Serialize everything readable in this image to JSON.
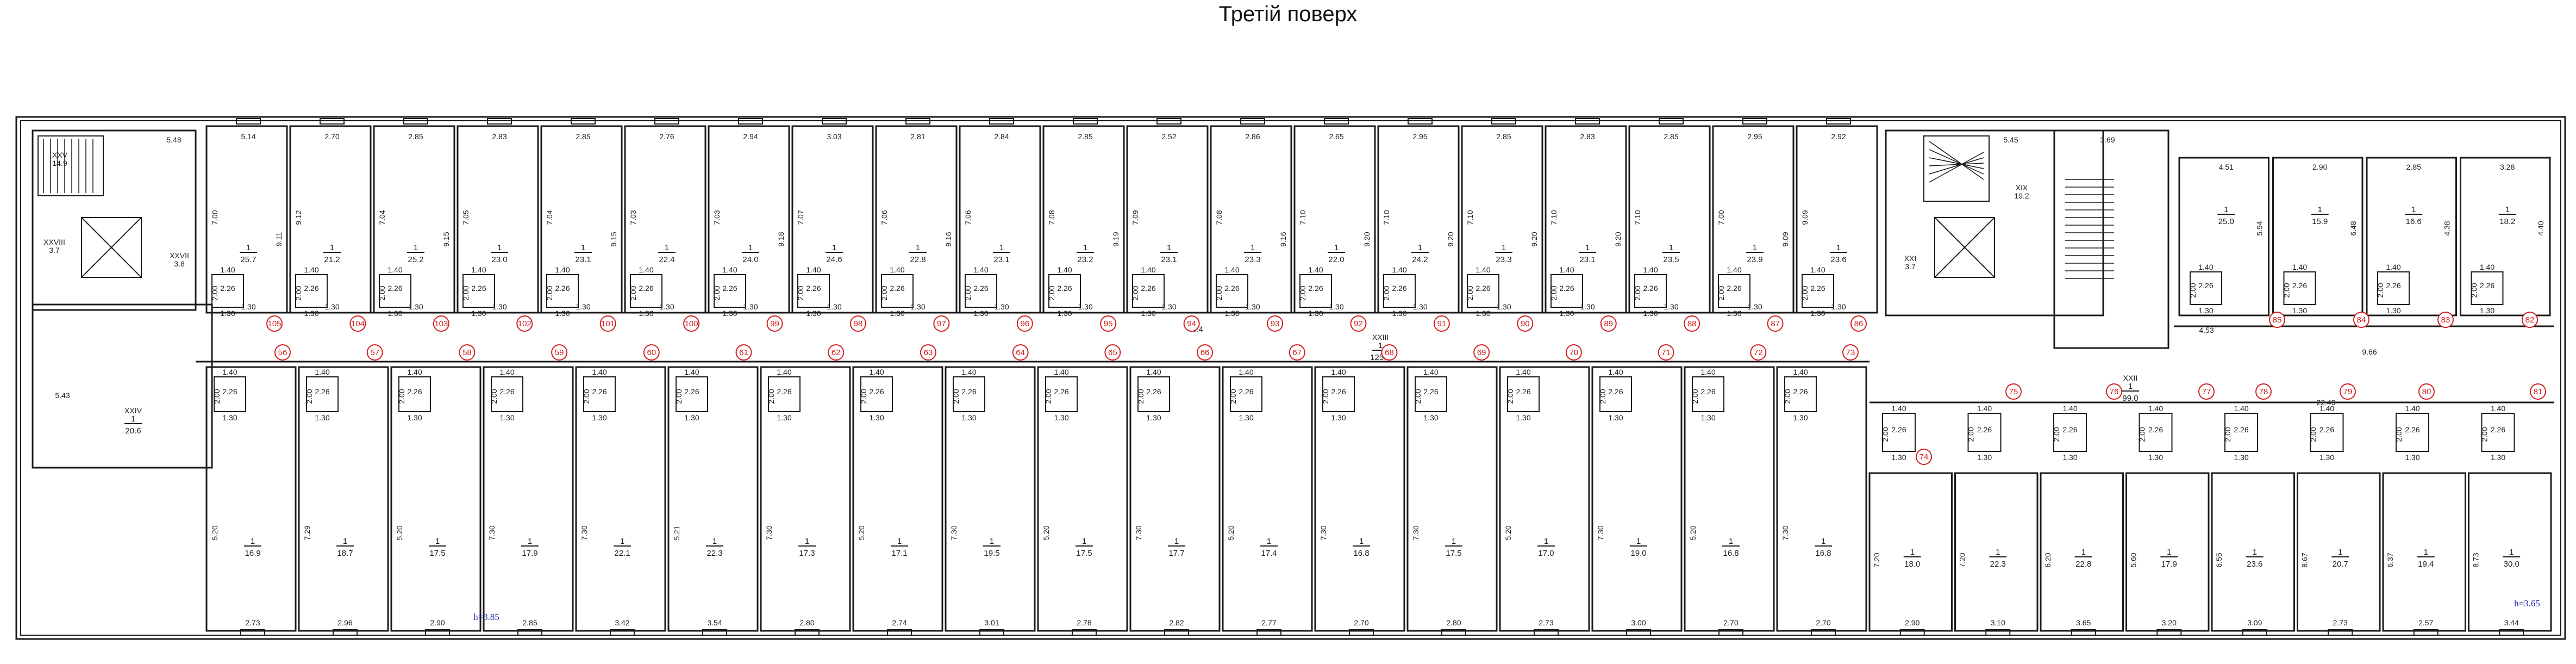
{
  "title": "Третій поверх",
  "corridor": {
    "label": "XXIII",
    "area": "125.3",
    "length": "60.4"
  },
  "heights": [
    "h=3.85",
    "h=3.65"
  ],
  "top_rooms": [
    {
      "w": "5.14",
      "d": "7.00",
      "d2": "9.11",
      "a": "25.7"
    },
    {
      "w": "2.70",
      "d": "9.12",
      "d2": "",
      "a": "21.2"
    },
    {
      "w": "2.85",
      "d": "7.04",
      "d2": "9.15",
      "a": "25.2"
    },
    {
      "w": "2.83",
      "d": "7.05",
      "d2": "",
      "a": "23.0"
    },
    {
      "w": "2.85",
      "d": "7.04",
      "d2": "9.15",
      "a": "23.1"
    },
    {
      "w": "2.76",
      "d": "7.03",
      "d2": "",
      "a": "22.4"
    },
    {
      "w": "2.94",
      "d": "7.03",
      "d2": "9.18",
      "a": "24.0"
    },
    {
      "w": "3.03",
      "d": "7.07",
      "d2": "",
      "a": "24.6"
    },
    {
      "w": "2.81",
      "d": "7.06",
      "d2": "9.16",
      "a": "22.8"
    },
    {
      "w": "2.84",
      "d": "7.06",
      "d2": "",
      "a": "23.1"
    },
    {
      "w": "2.85",
      "d": "7.08",
      "d2": "9.19",
      "a": "23.2"
    },
    {
      "w": "2.52",
      "d": "7.09",
      "d2": "",
      "a": "23.1"
    },
    {
      "w": "2.86",
      "d": "7.08",
      "d2": "9.16",
      "a": "23.3"
    },
    {
      "w": "2.65",
      "d": "7.10",
      "d2": "9.20",
      "a": "22.0"
    },
    {
      "w": "2.95",
      "d": "7.10",
      "d2": "9.20",
      "a": "24.2"
    },
    {
      "w": "2.85",
      "d": "7.10",
      "d2": "9.20",
      "a": "23.3"
    },
    {
      "w": "2.83",
      "d": "7.10",
      "d2": "9.20",
      "a": "23.1"
    },
    {
      "w": "2.85",
      "d": "7.10",
      "d2": "",
      "a": "23.5"
    },
    {
      "w": "2.95",
      "d": "7.00",
      "d2": "9.09",
      "a": "23.9"
    },
    {
      "w": "2.92",
      "d": "9.09",
      "d2": "",
      "a": "23.6"
    }
  ],
  "bottom_rooms": [
    {
      "w": "2.73",
      "d": "5.20",
      "a": "16.9"
    },
    {
      "w": "2.96",
      "d": "7.29",
      "a": "18.7"
    },
    {
      "w": "2.90",
      "d": "5.20",
      "a": "17.5"
    },
    {
      "w": "2.85",
      "d": "7.30",
      "a": "17.9"
    },
    {
      "w": "3.42",
      "d": "7.30",
      "a": "22.1"
    },
    {
      "w": "3.54",
      "d": "5.21",
      "a": "22.3"
    },
    {
      "w": "2.80",
      "d": "7.30",
      "a": "17.3"
    },
    {
      "w": "2.74",
      "d": "5.20",
      "a": "17.1"
    },
    {
      "w": "3.01",
      "d": "7.30",
      "a": "19.5"
    },
    {
      "w": "2.78",
      "d": "5.20",
      "a": "17.5"
    },
    {
      "w": "2.82",
      "d": "7.30",
      "a": "17.7"
    },
    {
      "w": "2.77",
      "d": "5.20",
      "a": "17.4"
    },
    {
      "w": "2.70",
      "d": "7.30",
      "a": "16.8"
    },
    {
      "w": "2.80",
      "d": "7.30",
      "a": "17.5"
    },
    {
      "w": "2.73",
      "d": "5.20",
      "a": "17.0"
    },
    {
      "w": "3.00",
      "d": "7.30",
      "a": "19.0"
    },
    {
      "w": "2.70",
      "d": "5.20",
      "a": "16.8"
    },
    {
      "w": "2.70",
      "d": "7.30",
      "a": "16.8"
    }
  ],
  "bottom_right_rooms": [
    {
      "w": "2.90",
      "d": "7.20",
      "a": "18.0"
    },
    {
      "w": "3.10",
      "d": "7.20",
      "a": "22.3"
    },
    {
      "w": "3.65",
      "d": "6.20",
      "a": "22.8"
    },
    {
      "w": "3.20",
      "d": "5.60",
      "a": "17.9"
    },
    {
      "w": "3.09",
      "d": "6.55",
      "a": "23.6"
    },
    {
      "w": "2.73",
      "d": "8.67",
      "a": "20.7"
    },
    {
      "w": "2.57",
      "d": "6.37",
      "a": "19.4"
    },
    {
      "w": "3.44",
      "d": "8.73",
      "a": "30.0"
    }
  ],
  "top_right_rooms": [
    {
      "w": "4.51",
      "d": "5.94",
      "a": "25.0"
    },
    {
      "w": "2.90",
      "d": "6.48",
      "a": "15.9"
    },
    {
      "w": "2.85",
      "d": "4.38",
      "a": "16.6"
    },
    {
      "w": "3.28",
      "d": "4.40",
      "a": "18.2"
    }
  ],
  "left_block": [
    {
      "label": "XXV",
      "area": "14.9",
      "dim": "5.48"
    },
    {
      "label": "XXVIII",
      "area": "3.7"
    },
    {
      "label": "XXVII",
      "area": "3.8"
    },
    {
      "label": "XXIV",
      "area": "20.6",
      "dim": "5.43"
    }
  ],
  "right_block": [
    {
      "label": "XIX",
      "area": "19.2",
      "dim": "5.45"
    },
    {
      "label": "XXI",
      "area": "3.7"
    },
    {
      "label": "XXII",
      "area": "99.0",
      "dim": "3.69"
    }
  ],
  "bath_dims": [
    "1.40",
    "2.26",
    "2.00",
    "1.30"
  ],
  "markers_top": [
    "105",
    "104",
    "103",
    "102",
    "101",
    "100",
    "99",
    "98",
    "97",
    "96",
    "95",
    "94",
    "93",
    "92",
    "91",
    "90",
    "89",
    "88",
    "87",
    "86"
  ],
  "markers_bottom": [
    "56",
    "57",
    "58",
    "59",
    "60",
    "61",
    "62",
    "63",
    "64",
    "65",
    "66",
    "67",
    "68",
    "69",
    "70",
    "71",
    "72",
    "73"
  ],
  "markers_right": [
    "74",
    "75",
    "76",
    "77",
    "78",
    "79",
    "80",
    "81",
    "82",
    "83",
    "84",
    "85"
  ],
  "extra_dims": [
    "22.49",
    "9.66",
    "4.53"
  ]
}
